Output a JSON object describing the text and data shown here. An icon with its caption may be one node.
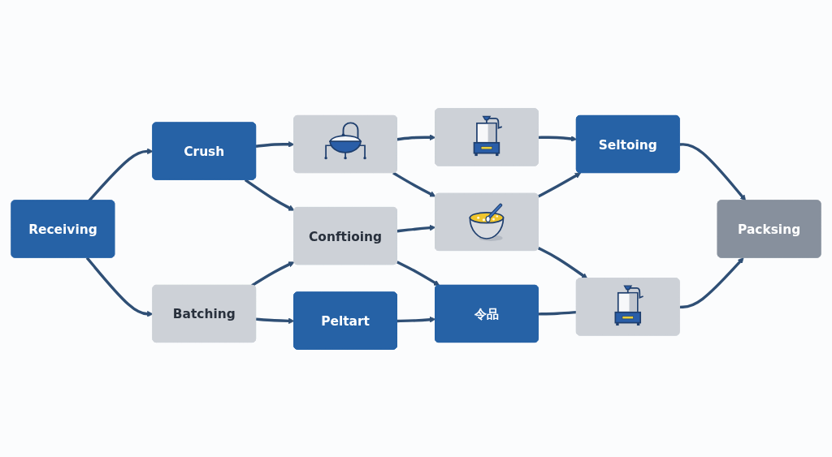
{
  "diagram": {
    "nodes": [
      {
        "text": [
          "Receiving"
        ]
      },
      {
        "text": [
          "Crush"
        ]
      },
      {
        "text": [],
        "shape": "picture"
      },
      {
        "text": [],
        "shape": "picture"
      },
      {
        "text": [
          "Batching"
        ]
      },
      {
        "text": [
          "Conftioing"
        ]
      },
      {
        "text": [],
        "shape": "picture"
      },
      {
        "text": [
          "Seltoing"
        ]
      },
      {
        "text": [
          "Peltart"
        ]
      },
      {
        "text": [
          "令品"
        ]
      },
      {
        "text": [],
        "shape": "picture"
      },
      {
        "text": [
          "Packsing"
        ]
      }
    ],
    "edges": [
      {
        "from": 0,
        "to": 1,
        "arrow": "to"
      },
      {
        "from": 1,
        "to": 2,
        "arrow": "to"
      },
      {
        "from": 2,
        "to": 3,
        "arrow": "to"
      },
      {
        "from": 0,
        "to": 4,
        "arrow": "to"
      },
      {
        "from": 1,
        "to": 5,
        "arrow": "to"
      },
      {
        "from": 2,
        "to": 6,
        "arrow": "to"
      },
      {
        "from": 3,
        "to": 7,
        "arrow": "to"
      },
      {
        "from": 4,
        "to": 5,
        "arrow": "to"
      },
      {
        "from": 5,
        "to": 6,
        "arrow": "to"
      },
      {
        "from": 6,
        "to": 7,
        "arrow": "to"
      },
      {
        "from": 4,
        "to": 8,
        "arrow": "to"
      },
      {
        "from": 5,
        "to": 9,
        "arrow": "to"
      },
      {
        "from": 6,
        "to": 10,
        "arrow": "to"
      },
      {
        "from": 7,
        "to": 11,
        "arrow": "to"
      },
      {
        "from": 8,
        "to": 9,
        "arrow": "to"
      },
      {
        "from": 9,
        "to": 10,
        "arrow": "none"
      },
      {
        "from": 10,
        "to": 11,
        "arrow": "to"
      }
    ]
  }
}
